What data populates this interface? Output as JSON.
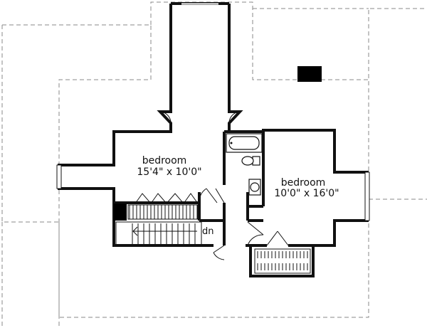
{
  "rooms": {
    "bedroom_left": {
      "name": "bedroom",
      "size": "15'4\" x 10'0\""
    },
    "bedroom_right": {
      "name": "bedroom",
      "size": "10'0\" x 16'0\""
    }
  },
  "stair_label": "dn"
}
